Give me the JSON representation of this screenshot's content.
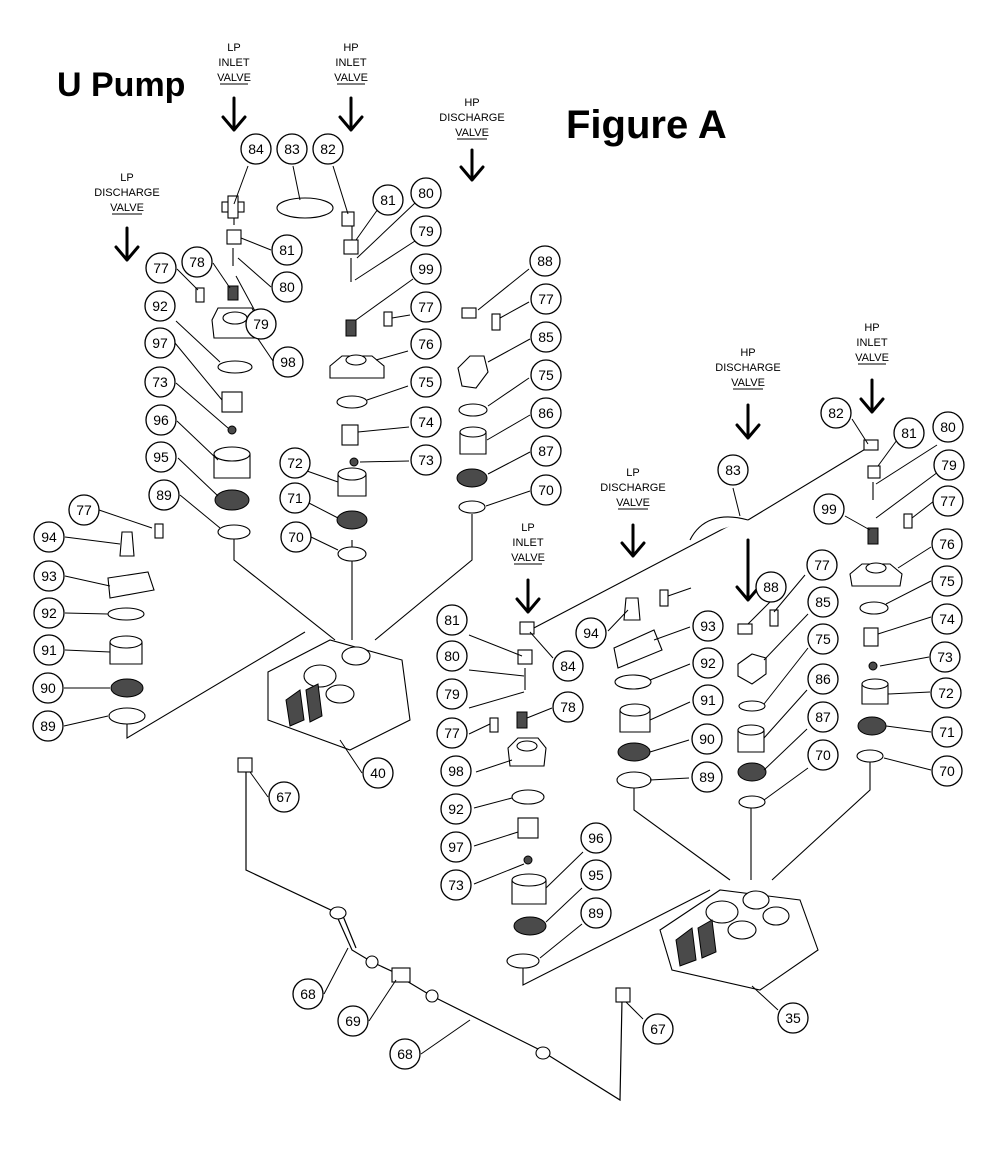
{
  "title": "U Pump",
  "figure_label": "Figure A",
  "valve_labels": [
    {
      "id": "lp-inlet-1",
      "lines": [
        "LP",
        "INLET",
        "VALVE"
      ]
    },
    {
      "id": "hp-inlet-1",
      "lines": [
        "HP",
        "INLET",
        "VALVE"
      ]
    },
    {
      "id": "hp-discharge-1",
      "lines": [
        "HP",
        "DISCHARGE",
        "VALVE"
      ]
    },
    {
      "id": "lp-discharge-1",
      "lines": [
        "LP",
        "DISCHARGE",
        "VALVE"
      ]
    },
    {
      "id": "hp-inlet-2",
      "lines": [
        "HP",
        "INLET",
        "VALVE"
      ]
    },
    {
      "id": "hp-discharge-2",
      "lines": [
        "HP",
        "DISCHARGE",
        "VALVE"
      ]
    },
    {
      "id": "lp-discharge-2",
      "lines": [
        "LP",
        "DISCHARGE",
        "VALVE"
      ]
    },
    {
      "id": "lp-inlet-2",
      "lines": [
        "LP",
        "INLET",
        "VALVE"
      ]
    }
  ],
  "callouts": [
    "84",
    "83",
    "82",
    "81",
    "80",
    "79",
    "99",
    "77",
    "76",
    "75",
    "74",
    "73",
    "72",
    "71",
    "70",
    "88",
    "77",
    "85",
    "75",
    "86",
    "87",
    "70",
    "77",
    "78",
    "81",
    "80",
    "79",
    "92",
    "98",
    "97",
    "73",
    "96",
    "95",
    "89",
    "77",
    "94",
    "93",
    "92",
    "91",
    "90",
    "89",
    "40",
    "67",
    "68",
    "69",
    "68",
    "82",
    "81",
    "80",
    "79",
    "77",
    "99",
    "76",
    "75",
    "74",
    "73",
    "72",
    "71",
    "70",
    "83",
    "77",
    "88",
    "85",
    "75",
    "86",
    "87",
    "70",
    "94",
    "93",
    "92",
    "91",
    "90",
    "89",
    "81",
    "80",
    "79",
    "77",
    "78",
    "98",
    "84",
    "92",
    "97",
    "73",
    "96",
    "95",
    "89",
    "35",
    "67"
  ]
}
